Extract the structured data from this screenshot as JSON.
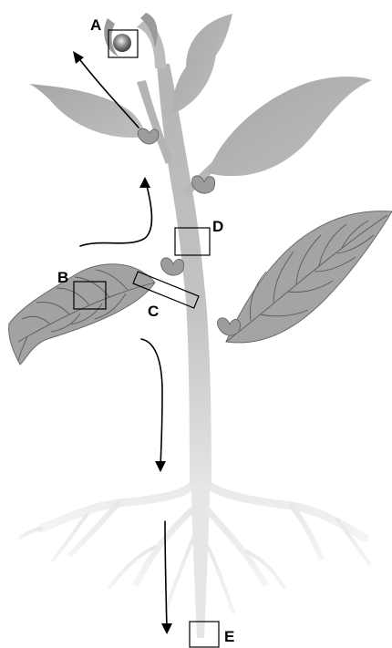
{
  "labels": {
    "a": "A",
    "b": "B",
    "c": "C",
    "d": "D",
    "e": "E"
  },
  "colors": {
    "plant_dark": "#a9a9a9",
    "plant_mid": "#bdbdbd",
    "plant_light": "#dcdcdc",
    "outline": "#000000",
    "background": "#ffffff"
  }
}
